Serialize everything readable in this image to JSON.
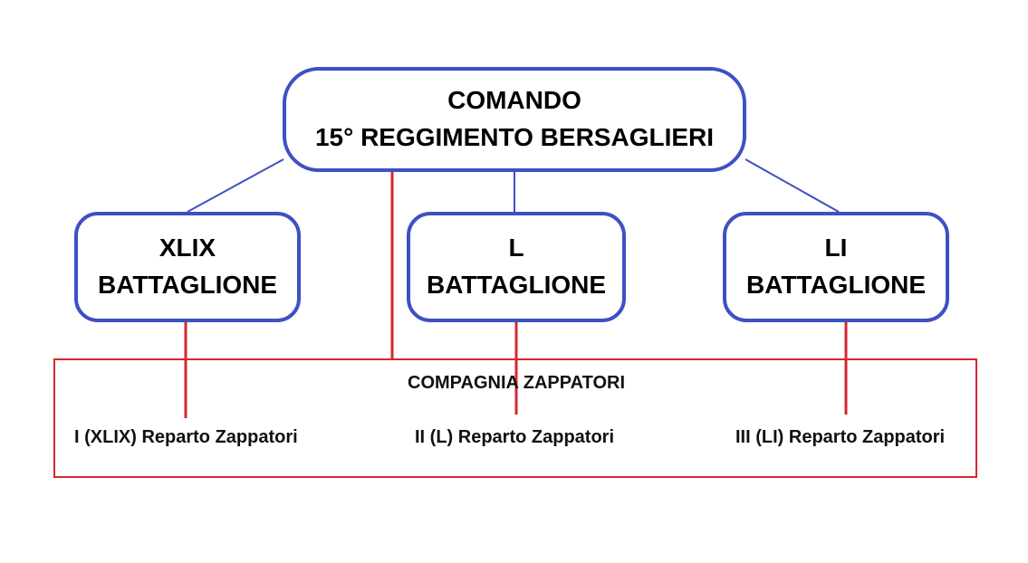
{
  "colors": {
    "unit_border": "#3f4fc4",
    "company_border": "#d8262e",
    "text": "#000000"
  },
  "command": {
    "line1": "COMANDO",
    "line2": "15° REGGIMENTO BERSAGLIERI"
  },
  "battalions": [
    {
      "line1": "XLIX",
      "line2": "BATTAGLIONE"
    },
    {
      "line1": "L",
      "line2": "BATTAGLIONE"
    },
    {
      "line1": "LI",
      "line2": "BATTAGLIONE"
    }
  ],
  "company": {
    "title": "COMPAGNIA ZAPPATORI",
    "units": [
      "I (XLIX) Reparto Zappatori",
      "II (L) Reparto Zappatori",
      "III (LI) Reparto Zappatori"
    ]
  }
}
